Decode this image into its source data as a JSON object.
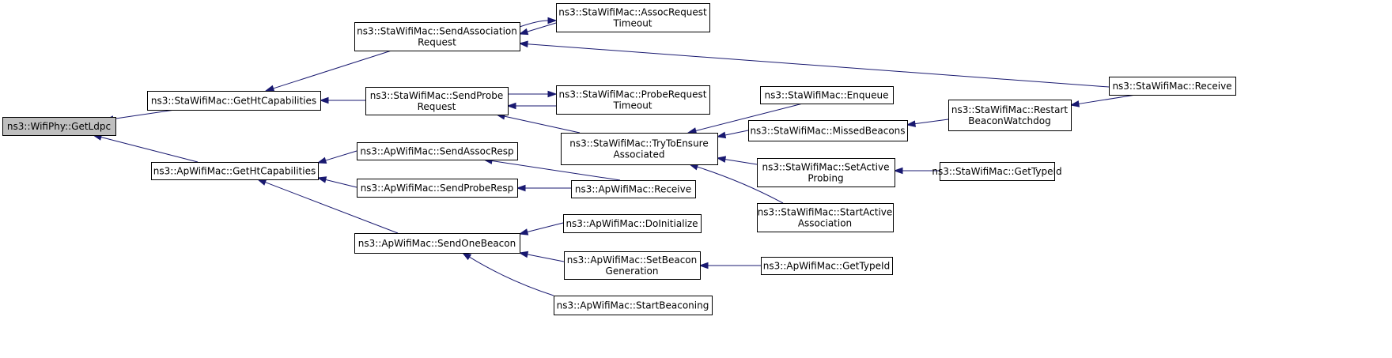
{
  "diagram": {
    "type": "call-graph",
    "colors": {
      "edge": "#191970",
      "root_fill": "#bfbfbf",
      "node_fill": "#ffffff",
      "border": "#000000"
    },
    "nodes": [
      {
        "id": "getldpc",
        "lines": [
          "ns3::WifiPhy::GetLdpc"
        ],
        "root": true
      },
      {
        "id": "sta-getht",
        "lines": [
          "ns3::StaWifiMac::GetHtCapabilities"
        ]
      },
      {
        "id": "ap-getht",
        "lines": [
          "ns3::ApWifiMac::GetHtCapabilities"
        ]
      },
      {
        "id": "sta-sendassoc",
        "lines": [
          "ns3::StaWifiMac::SendAssociation",
          "Request"
        ]
      },
      {
        "id": "sta-sendprobe",
        "lines": [
          "ns3::StaWifiMac::SendProbe",
          "Request"
        ]
      },
      {
        "id": "ap-sendassocresp",
        "lines": [
          "ns3::ApWifiMac::SendAssocResp"
        ]
      },
      {
        "id": "ap-sendproberesp",
        "lines": [
          "ns3::ApWifiMac::SendProbeResp"
        ]
      },
      {
        "id": "ap-sendonebeacon",
        "lines": [
          "ns3::ApWifiMac::SendOneBeacon"
        ]
      },
      {
        "id": "sta-assoctimeout",
        "lines": [
          "ns3::StaWifiMac::AssocRequest",
          "Timeout"
        ]
      },
      {
        "id": "sta-probetimeout",
        "lines": [
          "ns3::StaWifiMac::ProbeRequest",
          "Timeout"
        ]
      },
      {
        "id": "sta-trytoensure",
        "lines": [
          "ns3::StaWifiMac::TryToEnsure",
          "Associated"
        ]
      },
      {
        "id": "ap-receive",
        "lines": [
          "ns3::ApWifiMac::Receive"
        ]
      },
      {
        "id": "ap-doinit",
        "lines": [
          "ns3::ApWifiMac::DoInitialize"
        ]
      },
      {
        "id": "ap-setbeacon",
        "lines": [
          "ns3::ApWifiMac::SetBeacon",
          "Generation"
        ]
      },
      {
        "id": "ap-startbeaconing",
        "lines": [
          "ns3::ApWifiMac::StartBeaconing"
        ]
      },
      {
        "id": "sta-enqueue",
        "lines": [
          "ns3::StaWifiMac::Enqueue"
        ]
      },
      {
        "id": "sta-missedbeacons",
        "lines": [
          "ns3::StaWifiMac::MissedBeacons"
        ]
      },
      {
        "id": "sta-setactiveprobing",
        "lines": [
          "ns3::StaWifiMac::SetActive",
          "Probing"
        ]
      },
      {
        "id": "sta-startactiveassoc",
        "lines": [
          "ns3::StaWifiMac::StartActive",
          "Association"
        ]
      },
      {
        "id": "ap-gettypeid",
        "lines": [
          "ns3::ApWifiMac::GetTypeId"
        ]
      },
      {
        "id": "sta-restartbeacon",
        "lines": [
          "ns3::StaWifiMac::Restart",
          "BeaconWatchdog"
        ]
      },
      {
        "id": "sta-gettypeid",
        "lines": [
          "ns3::StaWifiMac::GetTypeId"
        ]
      },
      {
        "id": "sta-receive",
        "lines": [
          "ns3::StaWifiMac::Receive"
        ]
      }
    ],
    "edges": [
      {
        "from": "sta-getht",
        "to": "getldpc"
      },
      {
        "from": "ap-getht",
        "to": "getldpc"
      },
      {
        "from": "sta-sendassoc",
        "to": "sta-getht"
      },
      {
        "from": "sta-sendprobe",
        "to": "sta-getht"
      },
      {
        "from": "ap-sendassocresp",
        "to": "ap-getht"
      },
      {
        "from": "ap-sendproberesp",
        "to": "ap-getht"
      },
      {
        "from": "ap-sendonebeacon",
        "to": "ap-getht"
      },
      {
        "from": "sta-assoctimeout",
        "to": "sta-sendassoc"
      },
      {
        "from": "sta-sendassoc",
        "to": "sta-assoctimeout"
      },
      {
        "from": "sta-receive",
        "to": "sta-sendassoc"
      },
      {
        "from": "sta-probetimeout",
        "to": "sta-sendprobe"
      },
      {
        "from": "sta-sendprobe",
        "to": "sta-probetimeout"
      },
      {
        "from": "sta-trytoensure",
        "to": "sta-sendprobe"
      },
      {
        "from": "ap-receive",
        "to": "ap-sendassocresp"
      },
      {
        "from": "ap-receive",
        "to": "ap-sendproberesp"
      },
      {
        "from": "ap-doinit",
        "to": "ap-sendonebeacon"
      },
      {
        "from": "ap-setbeacon",
        "to": "ap-sendonebeacon"
      },
      {
        "from": "ap-startbeaconing",
        "to": "ap-sendonebeacon"
      },
      {
        "from": "sta-enqueue",
        "to": "sta-trytoensure"
      },
      {
        "from": "sta-missedbeacons",
        "to": "sta-trytoensure"
      },
      {
        "from": "sta-setactiveprobing",
        "to": "sta-trytoensure"
      },
      {
        "from": "sta-startactiveassoc",
        "to": "sta-trytoensure"
      },
      {
        "from": "ap-gettypeid",
        "to": "ap-setbeacon"
      },
      {
        "from": "sta-restartbeacon",
        "to": "sta-missedbeacons"
      },
      {
        "from": "sta-gettypeid",
        "to": "sta-setactiveprobing"
      },
      {
        "from": "sta-receive",
        "to": "sta-restartbeacon"
      }
    ]
  }
}
